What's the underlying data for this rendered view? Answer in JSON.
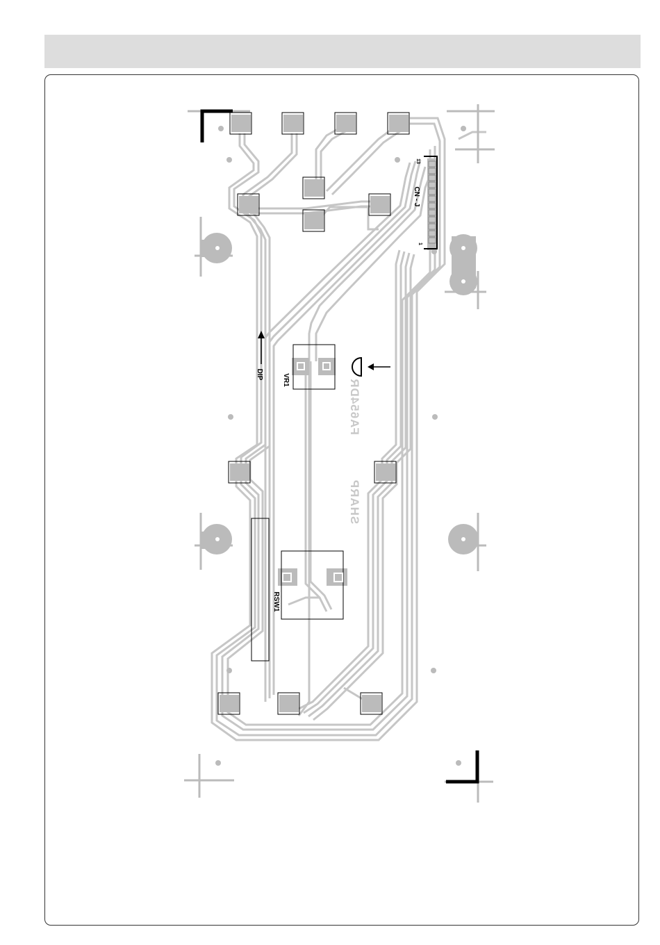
{
  "colors": {
    "header_band": "#dddddd",
    "trace": "#c6c6c6",
    "copper": "#b8b8b8",
    "outline": "#000000",
    "corner_mark": "#000000"
  },
  "board": {
    "connector_label": "CN - J",
    "connector_pin_first": "13",
    "connector_pin_last": "1",
    "dip_label": "DIP",
    "vr_label": "VR1",
    "rsw_label": "RSW1",
    "silk_part_number": "FA654DR",
    "silk_brand": "SHARP"
  }
}
